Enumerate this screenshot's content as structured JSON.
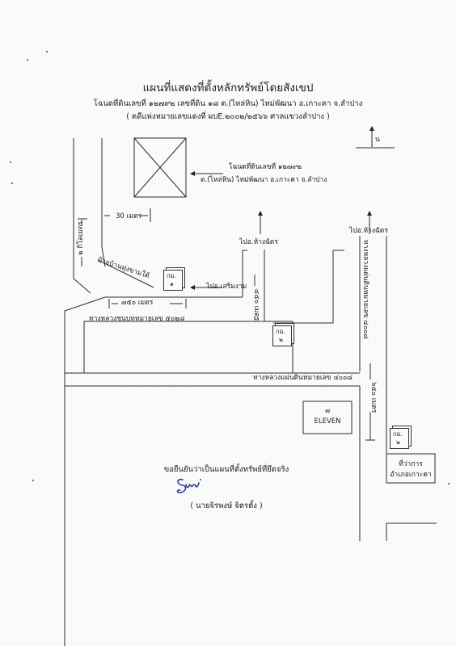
{
  "header": {
    "title": "แผนที่แสดงที่ตั้งหลักทรัพย์โดยสังเขป",
    "subtitle_line1": "โฉนดที่ดินเลขที่ ๑๒๗๙๒ เลขที่ดิน ๑๘ ต.(ไหล่หิน) ไหม่พัฒนา อ.เกาะคา จ.ลำปาง",
    "subtitle_line2": "( คดีแพ่งหมายเลขแดงที่ ผบE.๒๐๐๒/๒๕๖๖ ศาลแขวงลำปาง )"
  },
  "map": {
    "north_label": "น",
    "parcel_label_line1": "โฉนดที่ดินเลขที่ ๑๒๗๙๒",
    "parcel_label_line2": "ต.(ไหล่หิน) ไหม่พัฒนา อ.เกาะคา จ.ลำปาง",
    "distance_30m": "30 เมตร",
    "distance_road_vertical": "๒ กิโลเมตร",
    "distance_750m": "๗๕๐ เมตร",
    "distance_450m": "๔๕๐ เมตร",
    "distance_650m": "๖๕๐ เมตร",
    "village_sign": "ป้ายบ้านทุ่งขามใต้",
    "to_sermngam": "ไปอ.เสริมงาม",
    "to_hangchat_1": "ไปอ.ห้างฉัตร",
    "to_hangchat_2": "ไปอ.ห้างฉัตร",
    "road_5028": "ทางหลวงชนบทหมายเลข ๕๐๒๘",
    "road_4008_horizontal": "ทางหลวงแผ่นดินหมายเลข ๔๐๐๘",
    "road_4008_vertical": "ทางหลวงแผ่นดินหมายเลข ๔๐๐๘",
    "km_marker_1_label": "กม.",
    "km_marker_1_num": "๑",
    "km_marker_2_label": "กม.",
    "km_marker_2_num": "๒",
    "km_marker_3_label": "กม.",
    "km_marker_3_num": "๒",
    "seven_eleven_num": "๗",
    "seven_eleven_text": "ELEVEN",
    "district_office_line1": "ที่ว่าการ",
    "district_office_line2": "อำเภอเกาะคา"
  },
  "certification": {
    "statement": "ขอยืนยันว่าเป็นแผนที่ตั้งทรัพย์ที่ยึดจริง",
    "signer": "( นายจิรพงษ์ จิตรตั้ง )",
    "signature_color": "#2a3f9a"
  }
}
